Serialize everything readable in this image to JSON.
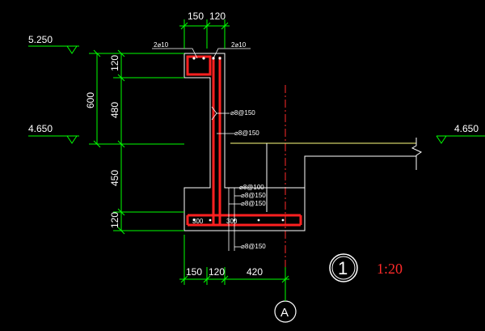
{
  "levels": {
    "top": "5.250",
    "mid_left": "4.650",
    "mid_right": "4.650"
  },
  "dims": {
    "top_a": "150",
    "top_b": "120",
    "bottom_a": "150",
    "bottom_b": "120",
    "bottom_c": "420",
    "v_120_top": "120",
    "v_480": "480",
    "v_600": "600",
    "v_450": "450",
    "v_120_bottom": "120"
  },
  "rebar": {
    "top_left": "2⌀10",
    "top_right": "2⌀10",
    "wall_1": "⌀8@150",
    "wall_2": "⌀8@150",
    "base_1": "⌀8@100",
    "base_2": "⌀8@150",
    "base_3": "⌀8@150",
    "base_4": "⌀8@150",
    "base_300_left": "300",
    "base_300_right": "300"
  },
  "detail": {
    "number": "1",
    "scale": "1:20",
    "axis": "A"
  },
  "colors": {
    "background": "#000000",
    "dimension": "#00ff00",
    "outline": "#ffffff",
    "rebar": "#ff2020",
    "axis": "#ff2a2a",
    "grade": "#ffff80"
  }
}
